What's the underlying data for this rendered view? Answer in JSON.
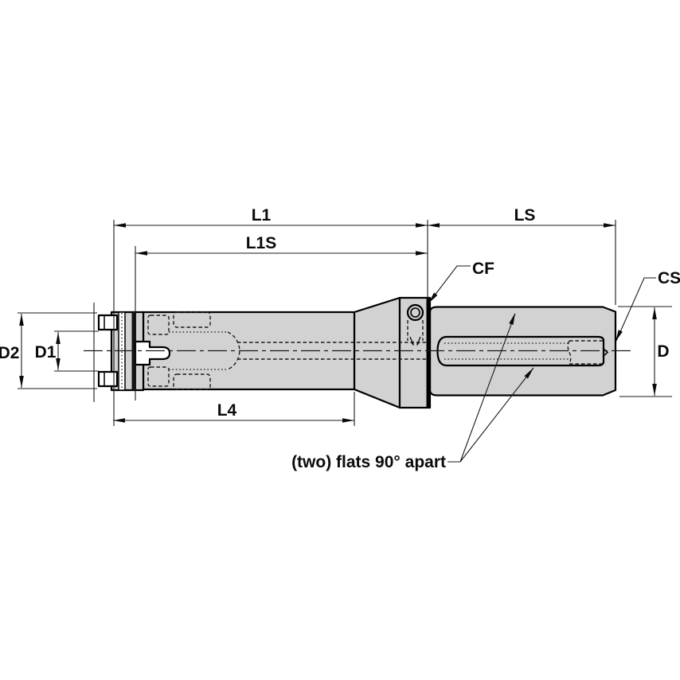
{
  "drawing": {
    "colors": {
      "background": "#ffffff",
      "part_fill": "#d2d2d2",
      "line": "#000000"
    },
    "labels": {
      "l1": "L1",
      "l1s": "L1S",
      "ls": "LS",
      "l4": "L4",
      "d2": "D2",
      "d1": "D1",
      "d": "D",
      "cf": "CF",
      "cs": "CS",
      "flats_note": "(two) flats 90° apart"
    }
  }
}
